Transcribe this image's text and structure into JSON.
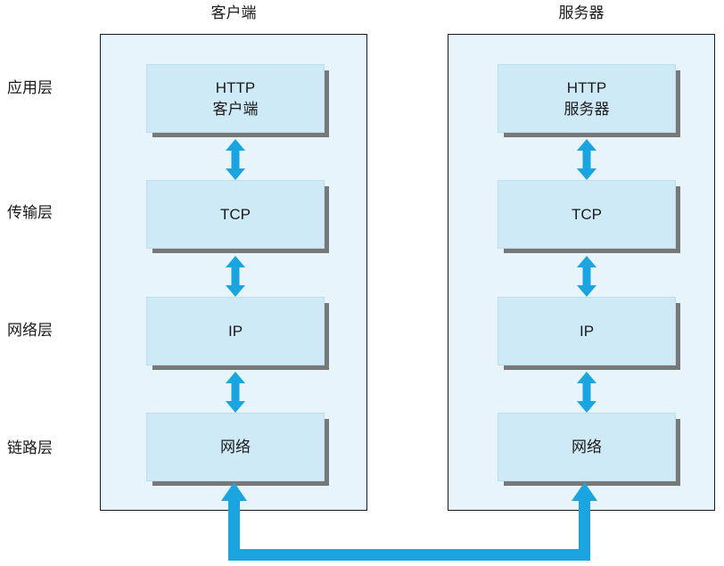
{
  "diagram": {
    "title_client": "客户端",
    "title_server": "服务器",
    "accent_color": "#1ba5e0",
    "panel_fill": "#e7f4fb",
    "box_fill": "#cfeaf7",
    "shadow_color": "#787878",
    "text_color": "#1a1a1a"
  },
  "row_labels": [
    {
      "name": "application-layer",
      "label": "应用层"
    },
    {
      "name": "transport-layer",
      "label": "传输层"
    },
    {
      "name": "network-layer",
      "label": "网络层"
    },
    {
      "name": "link-layer",
      "label": "链路层"
    }
  ],
  "client": {
    "title": "客户端",
    "layers": [
      {
        "name": "http-client",
        "line1": "HTTP",
        "line2": "客户端"
      },
      {
        "name": "tcp",
        "line1": "TCP",
        "line2": ""
      },
      {
        "name": "ip",
        "line1": "IP",
        "line2": ""
      },
      {
        "name": "network",
        "line1": "网络",
        "line2": ""
      }
    ]
  },
  "server": {
    "title": "服务器",
    "layers": [
      {
        "name": "http-server",
        "line1": "HTTP",
        "line2": "服务器"
      },
      {
        "name": "tcp",
        "line1": "TCP",
        "line2": ""
      },
      {
        "name": "ip",
        "line1": "IP",
        "line2": ""
      },
      {
        "name": "network",
        "line1": "网络",
        "line2": ""
      }
    ]
  },
  "connectors": {
    "client_interlayer_arrows": 3,
    "server_interlayer_arrows": 3,
    "physical_link": "bidirectional link between client 网络 and server 网络"
  }
}
